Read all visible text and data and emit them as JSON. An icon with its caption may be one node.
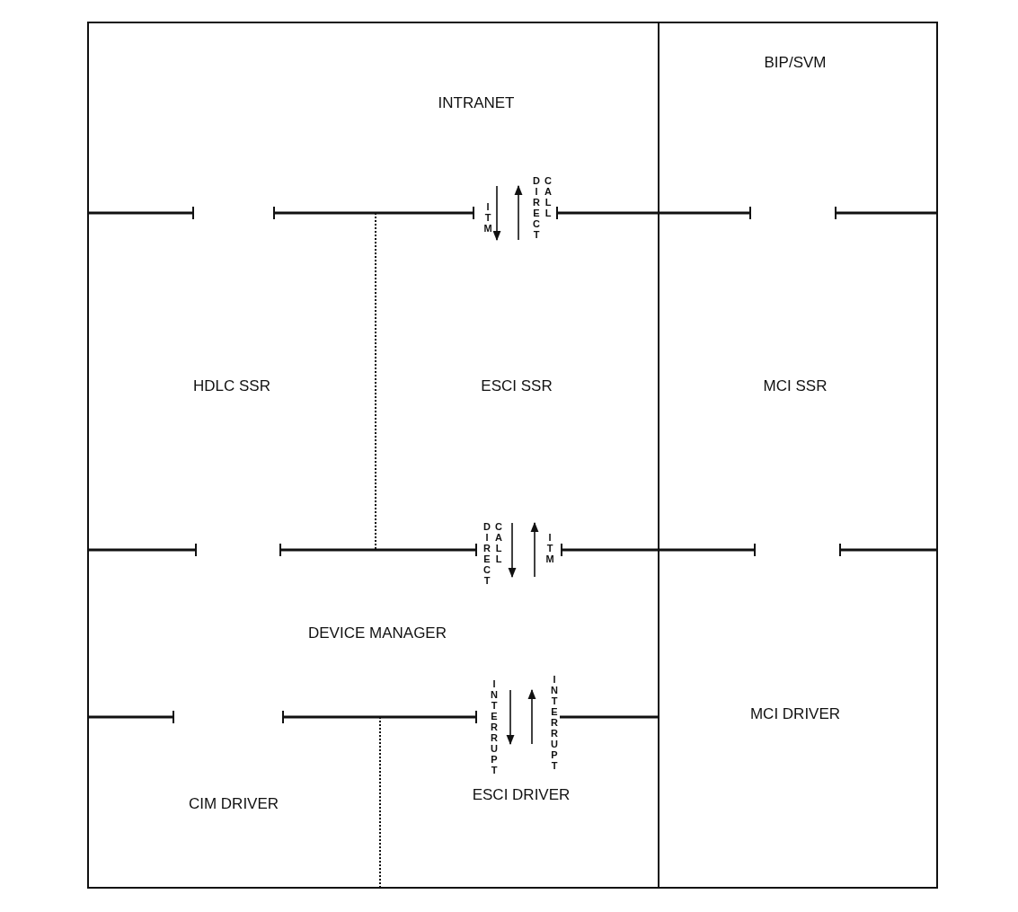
{
  "diagram": {
    "nodes": [
      {
        "text": [
          "INTRANET"
        ]
      },
      {
        "text": [
          "BIP/SVM"
        ]
      },
      {
        "text": [
          "HDLC SSR"
        ]
      },
      {
        "text": [
          "ESCI SSR"
        ]
      },
      {
        "text": [
          "MCI SSR"
        ]
      },
      {
        "text": [
          "DEVICE MANAGER"
        ]
      },
      {
        "text": [
          "MCI DRIVER"
        ]
      },
      {
        "text": [
          "CIM DRIVER"
        ]
      },
      {
        "text": [
          "ESCI DRIVER"
        ]
      }
    ],
    "edges": [
      {
        "from": 0,
        "to": 3,
        "arrow": "to",
        "label": "ITM"
      },
      {
        "from": 3,
        "to": 0,
        "arrow": "to",
        "label": "DIRECT CALL"
      },
      {
        "from": 3,
        "to": 5,
        "arrow": "to",
        "label": "DIRECT CALL"
      },
      {
        "from": 5,
        "to": 3,
        "arrow": "to",
        "label": "ITM"
      },
      {
        "from": 5,
        "to": 8,
        "arrow": "to",
        "label": "INTERRUPT"
      },
      {
        "from": 8,
        "to": 5,
        "arrow": "to",
        "label": "INTERRUPT"
      }
    ]
  }
}
